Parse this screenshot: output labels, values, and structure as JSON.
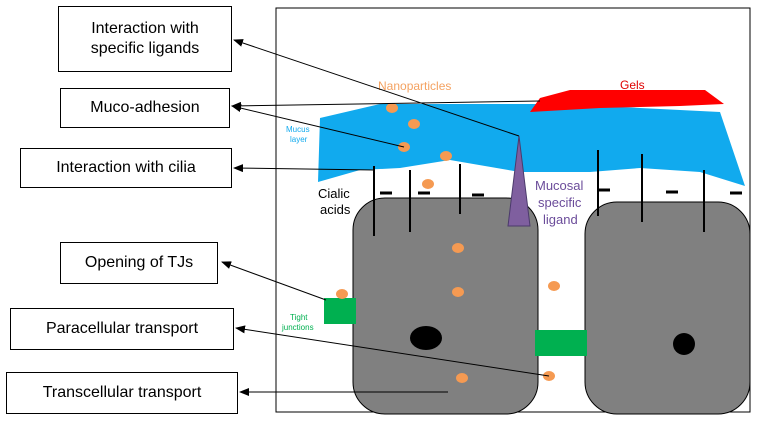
{
  "labels": {
    "ligands": "Interaction with specific ligands",
    "mucoadhesion": "Muco-adhesion",
    "cilia": "Interaction with cilia",
    "tjs": "Opening of TJs",
    "paracellular": "Paracellular transport",
    "transcellular": "Transcellular transport"
  },
  "annotations": {
    "nanoparticles": "Nanoparticles",
    "gels": "Gels",
    "mucus_line1": "Mucus",
    "mucus_line2": "layer",
    "cialic_line1": "Cialic",
    "cialic_line2": "acids",
    "ligand_line1": "Mucosal",
    "ligand_line2": "specific",
    "ligand_line3": "ligand",
    "tj_line1": "Tight",
    "tj_line2": "junctions"
  },
  "colors": {
    "mucus": "#11aaee",
    "gel": "#ff0000",
    "cell": "#808080",
    "nanoparticle": "#f59a52",
    "tight_junction": "#00b050",
    "ligand": "#7f5f9f",
    "nanoparticle_text": "#f4a261",
    "gel_text": "#e00000",
    "ligand_text": "#6b4c9a",
    "tj_text": "#00b050"
  }
}
